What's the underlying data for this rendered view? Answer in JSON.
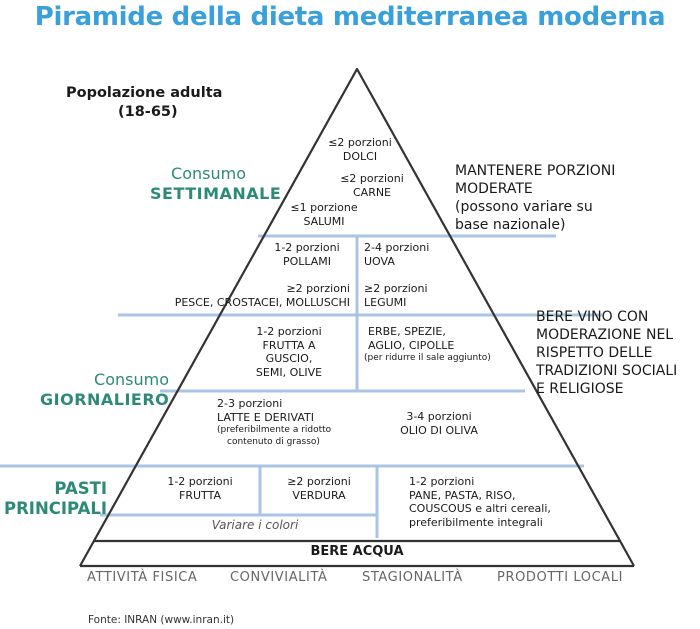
{
  "title": "Piramide della dieta mediterranea moderna",
  "population": {
    "line1": "Popolazione adulta",
    "line2": "(18-65)"
  },
  "categories": {
    "weekly": {
      "line1": "Consumo",
      "line2": "SETTIMANALE"
    },
    "daily": {
      "line1": "Consumo",
      "line2": "GIORNALIERO"
    },
    "meals": {
      "line1": "PASTI",
      "line2": "PRINCIPALI"
    }
  },
  "notes": {
    "weekly": {
      "line1": "MANTENERE PORZIONI",
      "line2": "MODERATE",
      "line3": "(possono variare su",
      "line4": "base nazionale)"
    },
    "daily": {
      "line1": "BERE VINO CON",
      "line2": "MODERAZIONE NEL",
      "line3": "RISPETTO DELLE",
      "line4": "TRADIZIONI SOCIALI",
      "line5": "E RELIGIOSE"
    }
  },
  "top": {
    "dolci": {
      "portion": "≤2 porzioni",
      "food": "DOLCI"
    },
    "carne": {
      "portion": "≤2 porzioni",
      "food": "CARNE"
    },
    "salumi": {
      "portion": "≤1 porzione",
      "food": "SALUMI"
    }
  },
  "row2": {
    "pollami": {
      "portion": "1-2 porzioni",
      "food": "POLLAMI"
    },
    "uova": {
      "portion": "2-4 porzioni",
      "food": "UOVA"
    },
    "pesce": {
      "portion": "≥2 porzioni",
      "food": "PESCE, CROSTACEI, MOLLUSCHI"
    },
    "legumi": {
      "portion": "≥2 porzioni",
      "food": "LEGUMI"
    }
  },
  "row3": {
    "frutta_guscio": {
      "portion": "1-2 porzioni",
      "food1": "FRUTTA A",
      "food2": "GUSCIO,",
      "food3": "SEMI, OLIVE"
    },
    "erbe": {
      "food1": "ERBE, SPEZIE,",
      "food2": "AGLIO, CIPOLLE",
      "note": "(per ridurre il sale aggiunto)"
    }
  },
  "row4": {
    "latte": {
      "portion": "2-3 porzioni",
      "food": "LATTE E DERIVATI",
      "note1": "(preferibilmente a ridotto",
      "note2": "contenuto di grasso)"
    },
    "olio": {
      "portion": "3-4 porzioni",
      "food": "OLIO DI OLIVA"
    }
  },
  "row5": {
    "frutta": {
      "portion": "1-2 porzioni",
      "food": "FRUTTA"
    },
    "verdura": {
      "portion": "≥2 porzioni",
      "food": "VERDURA"
    },
    "cereali": {
      "portion": "1-2 porzioni",
      "food1": "PANE, PASTA, RISO,",
      "food2": "COUSCOUS e altri cereali,",
      "food3": "preferibilmente integrali"
    },
    "colors": "Variare i colori"
  },
  "water": "BERE ACQUA",
  "bottom": [
    "ATTIVITÀ FISICA",
    "CONVIVIALITÀ",
    "STAGIONALITÀ",
    "PRODOTTI LOCALI"
  ],
  "source": "Fonte: INRAN (www.inran.it)",
  "colors": {
    "title": "#3aa0dc",
    "category": "#2e8a78",
    "divider": "#a9c4e4",
    "outline": "#333333"
  }
}
